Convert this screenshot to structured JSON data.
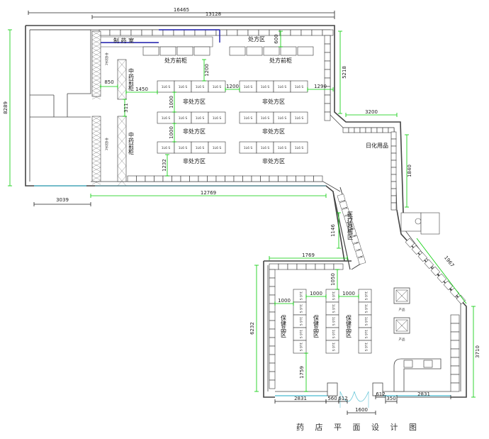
{
  "title": "药 店 平 面 设 计 图",
  "colors": {
    "wall": "#444444",
    "dimension_green": "#00cc00",
    "dimension_black": "#222222",
    "dimension_blue": "#1a1aaa",
    "door_cyan": "#66c6d8",
    "fixture": "#333333"
  },
  "dimensions": {
    "d16465": "16465",
    "d13128": "13128",
    "d8289": "8289",
    "d3039": "3039",
    "d12769": "12769",
    "d850": "850",
    "d1450": "1450",
    "d1200a": "1200",
    "d1200b": "1200",
    "d1290": "1290",
    "d600": "600",
    "d5218": "5218",
    "d3200": "3200",
    "d1840": "1840",
    "d1000a": "1000",
    "d1000b": "1000",
    "d1232": "1232",
    "d311": "311",
    "d1146": "1146",
    "d1769": "1769",
    "d6232": "6232",
    "d1050": "1050",
    "d1000c": "1000",
    "d1000d": "1000",
    "d1000e": "1000",
    "d1759": "1759",
    "d1967": "1967",
    "d3710": "3710",
    "d2831a": "2831",
    "d560": "560",
    "d612a": "612",
    "d1600": "1600",
    "d612b": "612",
    "d350": "350",
    "d2831b": "2831"
  },
  "labels": {
    "otc_zone": "非处方区",
    "rx_zone": "处方区",
    "rx_counter": "处方前柜",
    "tcm_counter": "中药前柜",
    "tcm_cabinet": "中药饮片",
    "daily_chem": "日化用品",
    "medical_device": "医疗器械区",
    "health_food": "保健品区",
    "dispensary": "制 药 室",
    "shelf_unit": "1L6 S",
    "unit_small": "产品"
  }
}
